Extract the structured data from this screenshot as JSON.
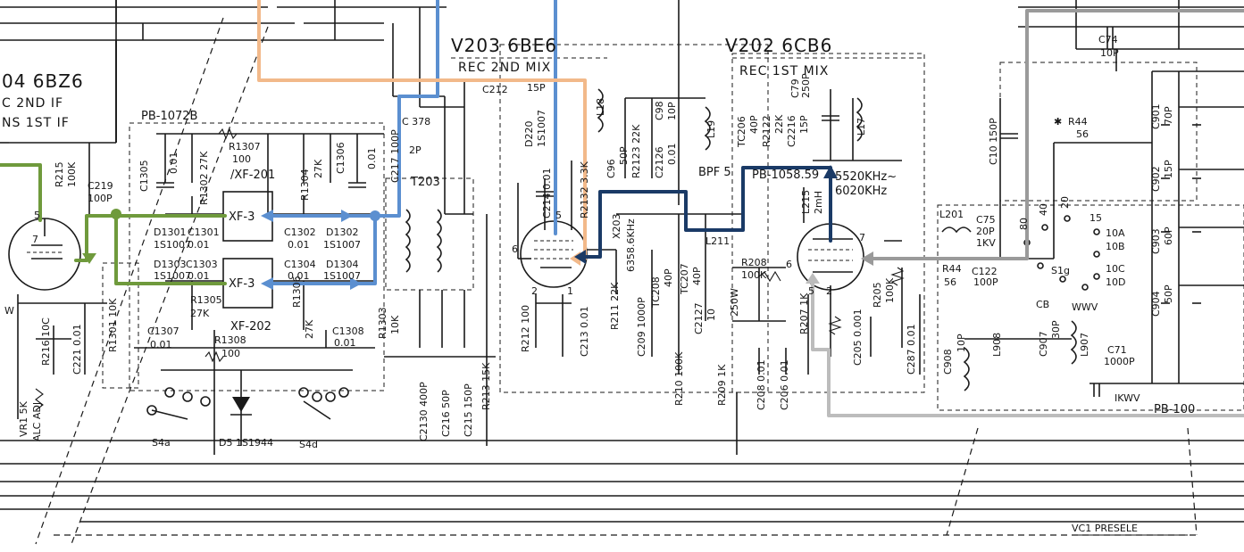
{
  "colors": {
    "green": "#6f9a3c",
    "blue": "#5b8fd0",
    "orange": "#f2b98a",
    "navy": "#1a3a66",
    "gray": "#9a9a9a",
    "lightgray": "#bcbcbc",
    "ink": "#1a1a1a"
  },
  "tubes": {
    "v204_name": "04 6BZ6",
    "v204_func1": "C 2ND IF",
    "v204_func2": "NS 1ST IF",
    "v203_name": "V203  6BE6",
    "v203_func": "REC 2ND MIX",
    "v202_name": "V202  6CB6",
    "v202_func": "REC 1ST MIX"
  },
  "boards": {
    "pb1072": "PB-1072B",
    "pb1058": "PB-1058.59",
    "pb100": "PB-100"
  },
  "filters": {
    "xf1": "XF-3",
    "xf2": "XF-3",
    "xf201": "/XF-201",
    "xf202": "XF-202",
    "t203": "T203",
    "bpf": "BPF 5",
    "freq1": "5520KHz~",
    "freq2": "6020KHz"
  },
  "labels": {
    "r215": "R215",
    "r215v": "100K",
    "c219": "C219",
    "c219v": "100P",
    "c1305": "C1305",
    "c1305v": "0.01",
    "r1302": "R1302 27K",
    "r1307": "R1307",
    "r1307v": "100",
    "c1301": "C1301",
    "c1301v": "0.01",
    "r1304": "R1304",
    "r1304v": "27K",
    "c1306": "C1306",
    "c1306v": "0.01",
    "c217": "C217 100P",
    "c378": "C 378",
    "c378v": "2P",
    "d1301": "D1301",
    "d1301v": "1S1007",
    "c1301b": "C1301",
    "c1301bv": "0.01",
    "c1302": "C1302",
    "c1302v": "0.01",
    "d1302": "D1302",
    "d1302v": "1S1007",
    "d1303": "D1303",
    "d1303v": "1S1007",
    "c1303": "C1303",
    "c1303v": "0.01",
    "c1304": "C1304",
    "c1304v": "0.01",
    "d1304": "D1304",
    "d1304v": "1S1007",
    "r1301": "R1301 10K",
    "r1305": "R1305",
    "r1305v": "27K",
    "r1306": "R1306",
    "r1306v": "27K",
    "c1308": "C1308",
    "c1308v": "0.01",
    "r1303": "R1303",
    "r1303v": "10K",
    "c1307": "C1307",
    "c1307v": "0.01",
    "r1308": "R1308",
    "r1308v": "100",
    "r216": "R216 10C",
    "c221": "C221 0.01",
    "vr1a": "VR1 5K",
    "vr1b": "ALC ADJ",
    "w": "W",
    "s4a": "S4a",
    "d5": "D5  1S1944",
    "s4d": "S4d",
    "c2130": "C2130  400P",
    "c216": "C216  50P",
    "c215": "C215  150P",
    "r213": "R213  15K",
    "c212": "C212",
    "c212v": "15P",
    "d220": "D220",
    "d220v": "1S1007",
    "l18": "L18",
    "c96": "C96",
    "c96v": "50P",
    "r2123": "R2123 22K",
    "c98": "C98",
    "c98v": "10P",
    "c214": "C214  0.01",
    "r2132": "R2132 3.3K",
    "c2126": "C2126",
    "c2126v": "0.01",
    "l19": "L19",
    "tc206": "TC206",
    "tc206v": "40P",
    "r2122": "R2122",
    "r2122v": "22K",
    "c2216": "C2216",
    "c2216v": "15P",
    "c79": "C79",
    "c79v": "250P",
    "l17": "L17",
    "x203": "X203",
    "x203f": "6358.6KHz",
    "l211": "L211",
    "l215": "L215",
    "l215v": "2mH",
    "pin6a": "6",
    "pin5a": "5",
    "pin2a": "2",
    "pin1a": "1",
    "pin7b": "7",
    "pin6b": "6",
    "pin5b": "5",
    "pin2b": "2",
    "pin7c": "7",
    "pin5c": "5",
    "r212": "R212 100",
    "c213": "C213  0.01",
    "r211": "R211  22K",
    "c209": "C209 1000P",
    "tc208": "TC208",
    "tc208v": "40P",
    "tc207": "TC207",
    "tc207v": "40P",
    "r208": "R208",
    "r208v": "100K",
    "r210": "R210  100K",
    "c2127": "C2127",
    "c2127v": "10",
    "r209": "R209  1K",
    "vr250": "250W",
    "c208": "C208  0.01",
    "c206": "C206  0.01",
    "r207": "R207  1K",
    "c205": "C205  0.001",
    "r205": "R205",
    "r205v": "100K",
    "c287": "C287  0.01",
    "l201": "L201",
    "r44a": "R44",
    "r44av": "56",
    "c122": "C122",
    "c122v": "100P",
    "c75": "C75",
    "c75v": "20P",
    "c75k": "1KV",
    "c10": "C10 150P",
    "r44": "R44",
    "r44v": "56",
    "c74": "C74",
    "c74v": "10P",
    "s1g": "S1g",
    "cb": "CB",
    "wwv": "WWV",
    "sw80": "80",
    "sw40": "40",
    "sw20": "20",
    "sw15": "15",
    "sw10a": "10A",
    "sw10b": "10B",
    "sw10c": "10C",
    "sw10d": "10D",
    "c908": "C908",
    "c908v": "10P",
    "l908": "L908",
    "c907": "C907",
    "c907v": "30P",
    "l907": "L907",
    "c71": "C71",
    "c71v": "1000P",
    "ikwv": "IKWV",
    "c901": "C901",
    "c901v": "70P",
    "c902": "C902",
    "c902v": "15P",
    "c903": "C903",
    "c903v": "60P",
    "c904": "C904",
    "c904v": "50P",
    "vc1": "VC1  PRESELE",
    "star": "✱"
  }
}
